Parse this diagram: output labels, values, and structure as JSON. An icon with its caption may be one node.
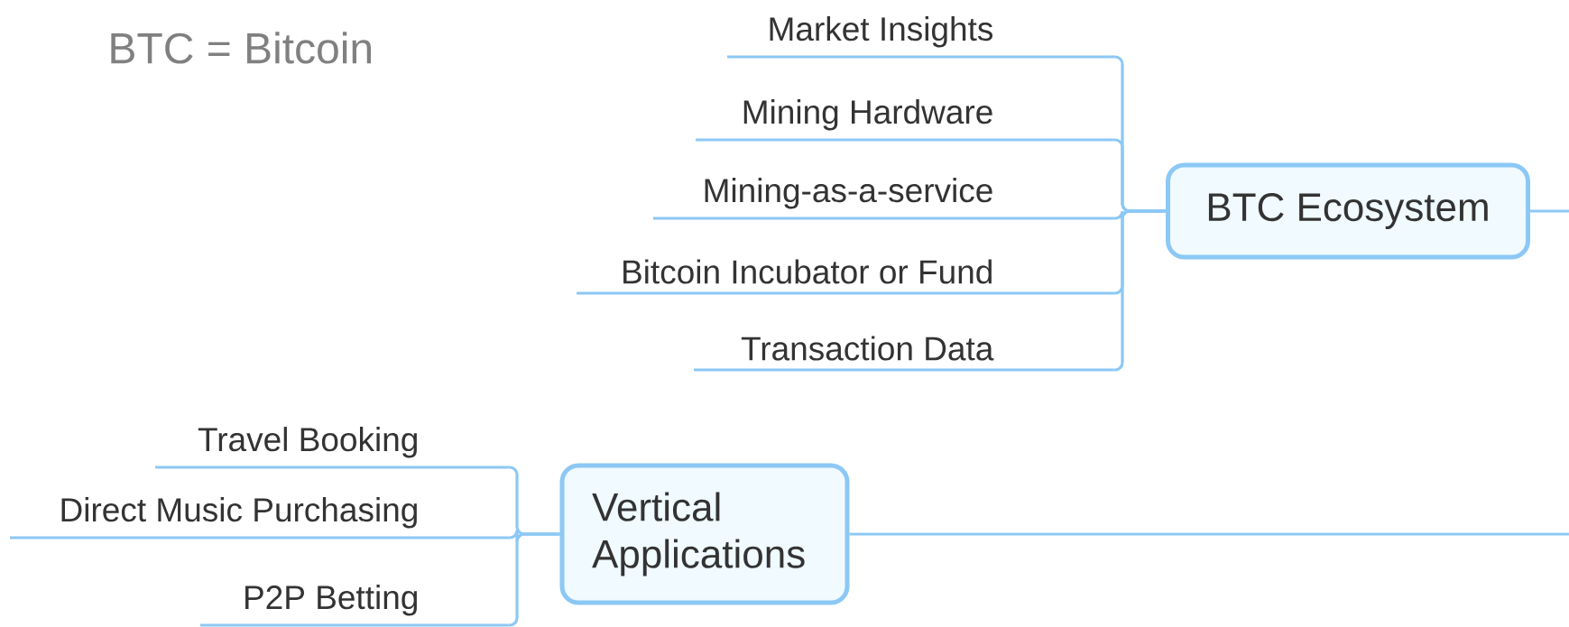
{
  "diagram": {
    "nodes": [
      {
        "text": [
          "BTC Ecosystem"
        ]
      },
      {
        "text": [
          "Market Insights"
        ]
      },
      {
        "text": [
          "Mining Hardware"
        ]
      },
      {
        "text": [
          "Mining-as-a-service"
        ]
      },
      {
        "text": [
          "Bitcoin Incubator or Fund"
        ]
      },
      {
        "text": [
          "Transaction Data"
        ]
      },
      {
        "text": [
          "Vertical Applications"
        ]
      },
      {
        "text": [
          "Travel Booking"
        ]
      },
      {
        "text": [
          "Direct Music Purchasing"
        ]
      },
      {
        "text": [
          "P2P Betting"
        ]
      }
    ],
    "edges": [
      {
        "from": 0,
        "to": null,
        "arrow": "none"
      },
      {
        "from": 0,
        "to": 1,
        "arrow": "none"
      },
      {
        "from": 0,
        "to": 2,
        "arrow": "none"
      },
      {
        "from": 0,
        "to": 3,
        "arrow": "none"
      },
      {
        "from": 0,
        "to": 4,
        "arrow": "none"
      },
      {
        "from": 0,
        "to": 5,
        "arrow": "none"
      },
      {
        "from": 6,
        "to": null,
        "arrow": "none"
      },
      {
        "from": 6,
        "to": 7,
        "arrow": "none"
      },
      {
        "from": 6,
        "to": 8,
        "arrow": "none"
      },
      {
        "from": 6,
        "to": 9,
        "arrow": "none"
      }
    ],
    "labels": [
      "BTC = Bitcoin"
    ]
  }
}
